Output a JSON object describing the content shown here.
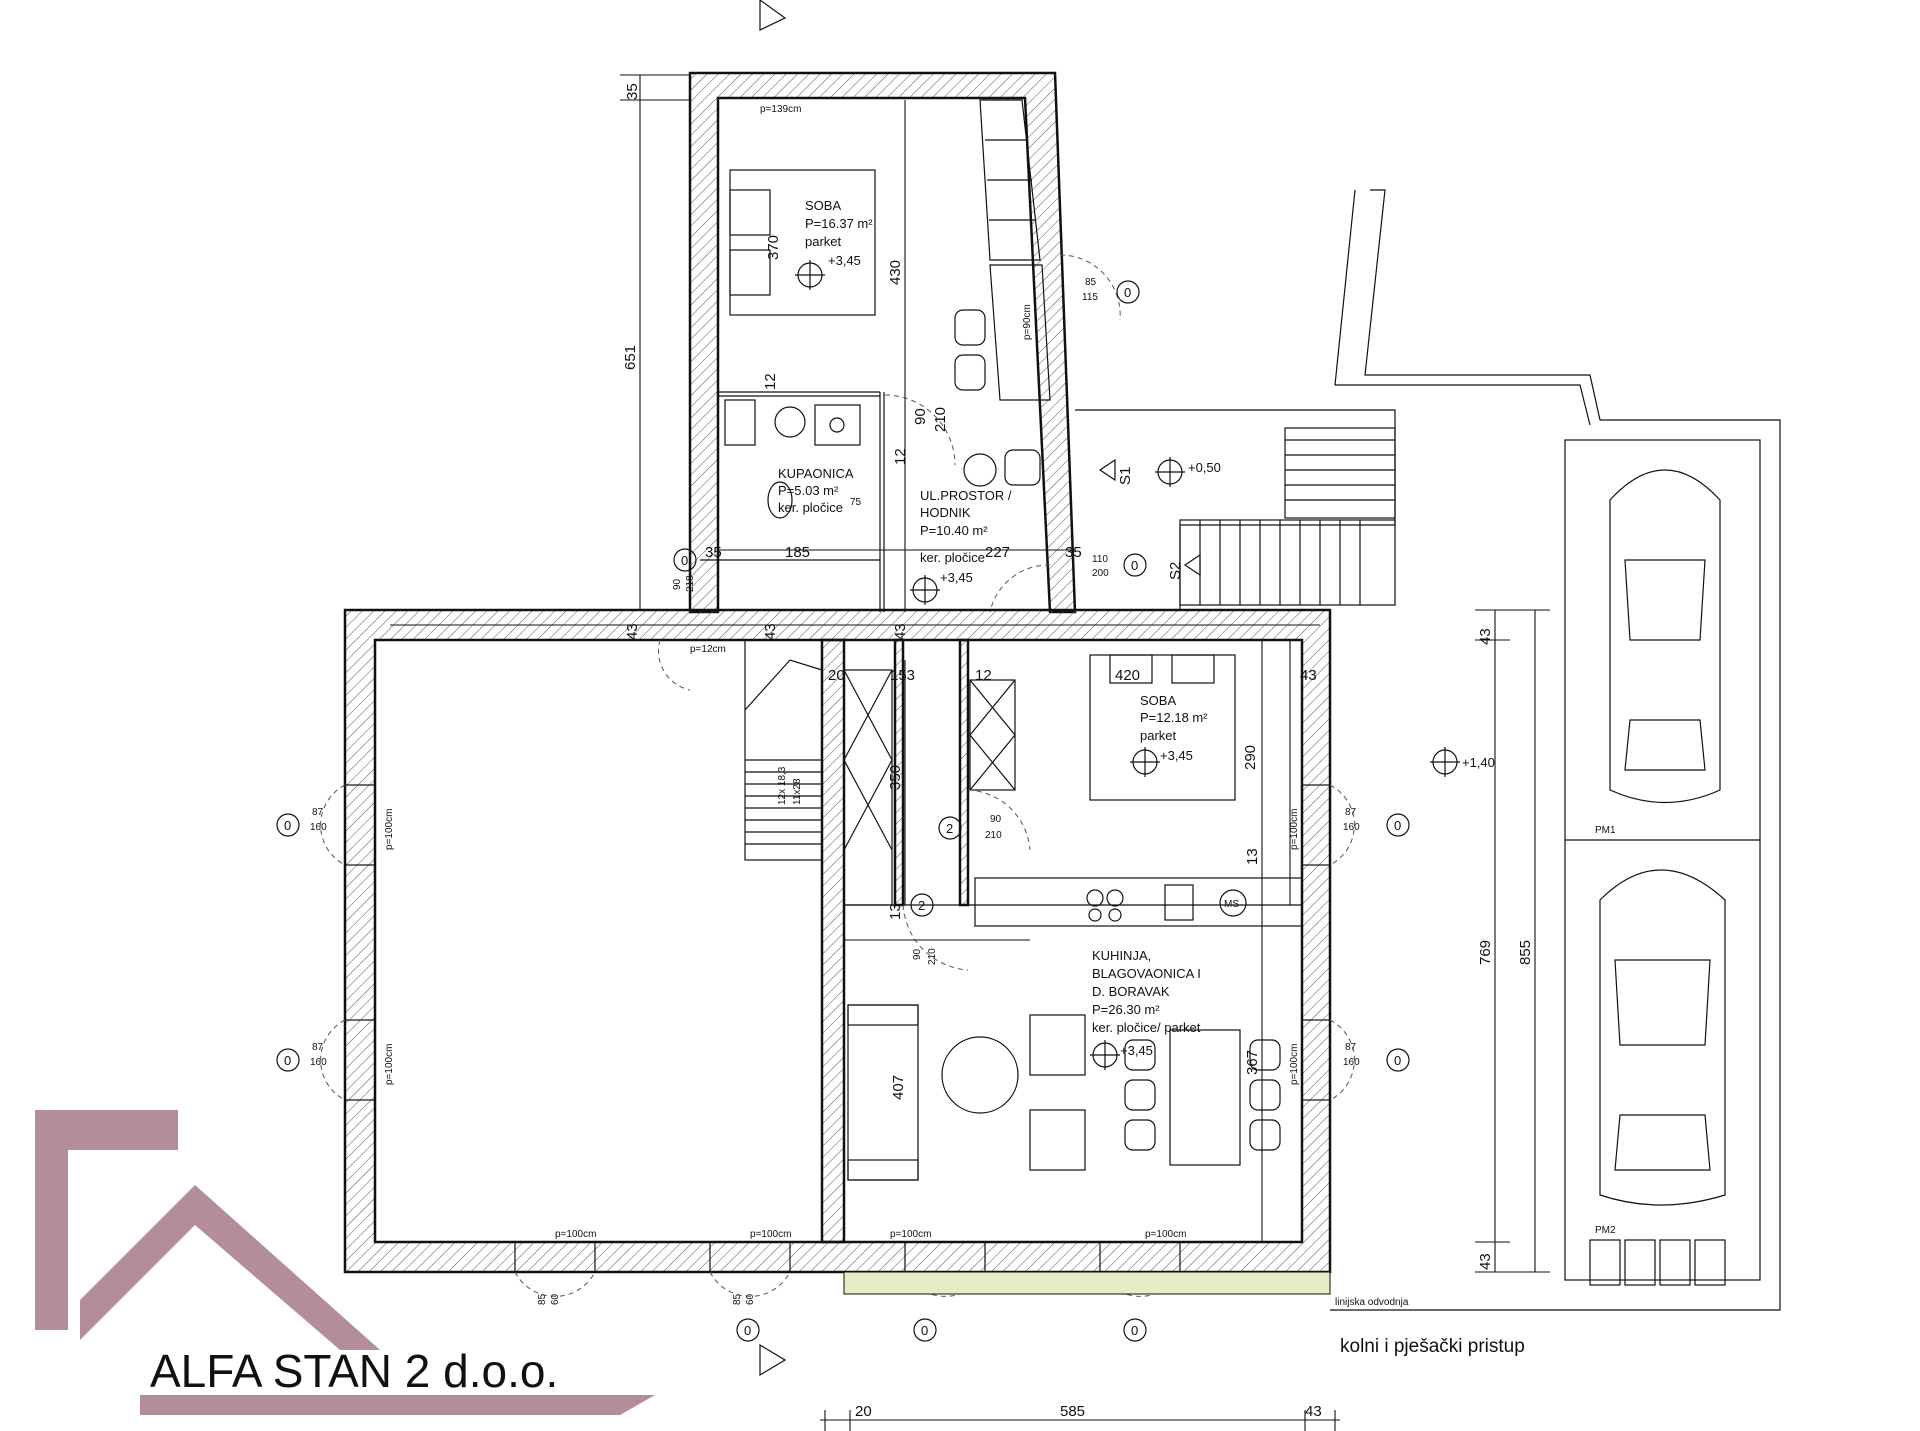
{
  "brand": {
    "name": "ALFA STAN 2 d.o.o.",
    "color": "#b38d99"
  },
  "rooms": {
    "soba_upper": {
      "name": "SOBA",
      "area": "P=16.37 m²",
      "floor": "parket",
      "level": "+3,45"
    },
    "kupaonica": {
      "name": "KUPAONICA",
      "area": "P=5.03 m²",
      "floor": "ker. pločice"
    },
    "hodnik": {
      "line1": "UL.PROSTOR /",
      "line2": "HODNIK",
      "area": "P=10.40 m²",
      "floor": "ker. pločice",
      "level": "+3,45"
    },
    "soba_lower": {
      "name": "SOBA",
      "area": "P=12.18 m²",
      "floor": "parket",
      "level": "+3,45"
    },
    "kuhinja": {
      "line1": "KUHINJA,",
      "line2": "BLAGOVAONICA I",
      "line3": "D. BORAVAK",
      "area": "P=26.30 m²",
      "floor": "ker. pločice/ parket",
      "level": "+3,45"
    }
  },
  "levels": {
    "terrace": "+0,50",
    "yard": "+1,40"
  },
  "stairs": {
    "s1": "S1",
    "s2": "S2",
    "inner": "12x 18,3",
    "inner2": "11x28"
  },
  "dimensions": {
    "d35_top": "35",
    "d651": "651",
    "d370": "370",
    "d430": "430",
    "d12a": "12",
    "d90": "90",
    "d210": "210",
    "d12b": "12",
    "d75": "75",
    "d35a": "35",
    "d185": "185",
    "d227": "227",
    "d35b": "35",
    "d110": "110",
    "d200": "200",
    "d43a": "43",
    "d43b": "43",
    "d43c": "43",
    "d20a": "20",
    "d153": "153",
    "d12c": "12",
    "d420": "420",
    "d43d": "43",
    "d290": "290",
    "d350": "350",
    "d13a": "13",
    "d13b": "13",
    "d407": "407",
    "d367": "367",
    "d43e": "43",
    "d43f": "43",
    "d769": "769",
    "d855": "855",
    "b20": "20",
    "b585": "585",
    "b43": "43",
    "d85": "85",
    "d115": "115"
  },
  "windows": {
    "p139": "p=139cm",
    "p90": "p=90cm",
    "p100": "p=100cm",
    "p12": "p=12cm",
    "w87": "87",
    "w160": "160",
    "w85": "85",
    "w60": "60",
    "w90": "90",
    "w218": "218"
  },
  "markers": {
    "zero": "0",
    "two": "2"
  },
  "parking": {
    "pm1": "PM1",
    "pm2": "PM2"
  },
  "labels": {
    "drain": "linijska odvodnja",
    "access": "kolni i pješački pristup",
    "ms": "MS"
  }
}
